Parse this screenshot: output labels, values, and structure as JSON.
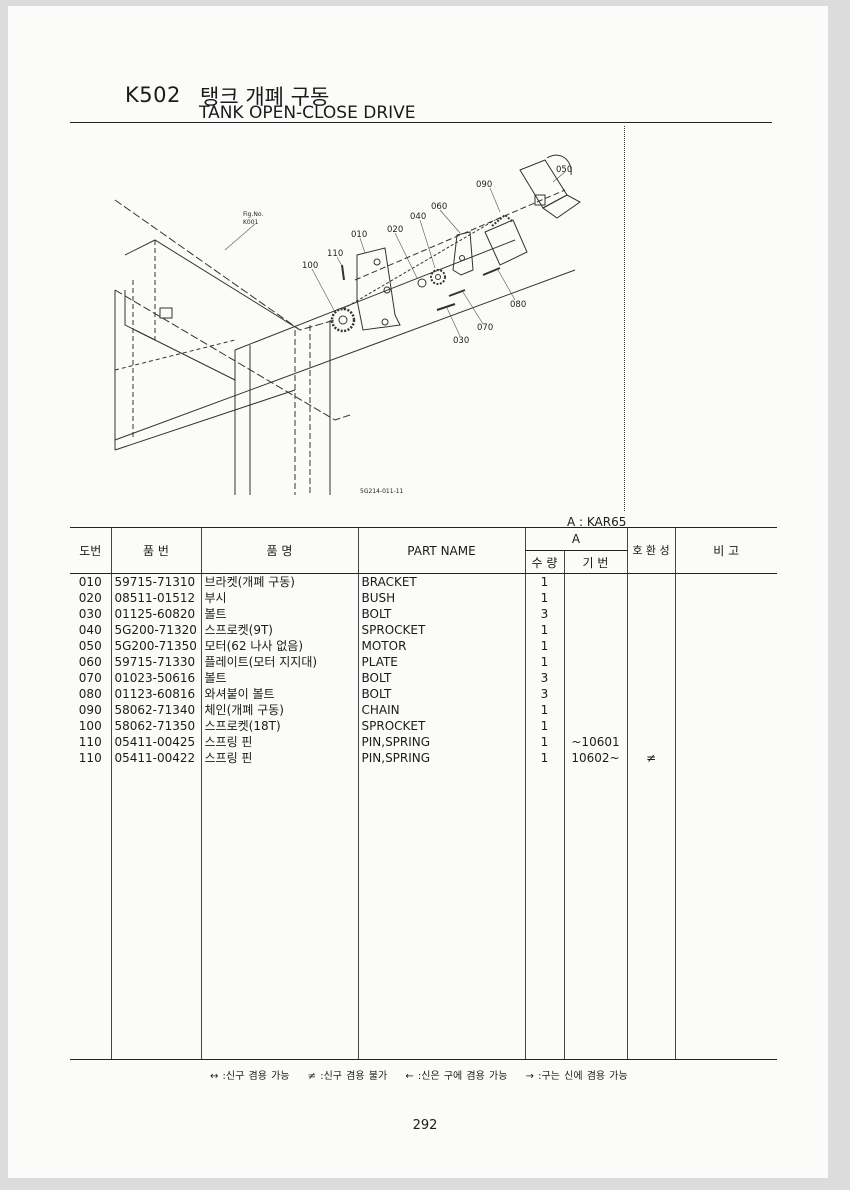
{
  "header": {
    "code": "K502",
    "title_ko": "탱크 개폐 구동",
    "title_en": "TANK OPEN-CLOSE DRIVE"
  },
  "diagram": {
    "fig_ref": [
      "Fig.No.",
      "K001"
    ],
    "drawing_no": "5G214-011-11",
    "callouts": {
      "c010": "010",
      "c020": "020",
      "c030": "030",
      "c040": "040",
      "c050": "050",
      "c060": "060",
      "c070": "070",
      "c080": "080",
      "c090": "090",
      "c100": "100",
      "c110": "110"
    }
  },
  "model_note": "A  :  KAR65",
  "table": {
    "headers": {
      "no": "도번",
      "part_no": "품  번",
      "name_ko": "품      명",
      "part_name": "PART NAME",
      "group": "A",
      "qty": "수 량",
      "serial": "기 번",
      "compat": "호 환 성",
      "remark": "비  고"
    },
    "rows": [
      {
        "no": "010",
        "part_no": "59715-71310",
        "name_ko": "브라켓(개폐 구동)",
        "name_en": "BRACKET",
        "qty": "1",
        "serial": "",
        "compat": ""
      },
      {
        "no": "020",
        "part_no": "08511-01512",
        "name_ko": "부시",
        "name_en": "BUSH",
        "qty": "1",
        "serial": "",
        "compat": ""
      },
      {
        "no": "030",
        "part_no": "01125-60820",
        "name_ko": "볼트",
        "name_en": "BOLT",
        "qty": "3",
        "serial": "",
        "compat": ""
      },
      {
        "no": "040",
        "part_no": "5G200-71320",
        "name_ko": "스프로켓(9T)",
        "name_en": "SPROCKET",
        "qty": "1",
        "serial": "",
        "compat": ""
      },
      {
        "no": "050",
        "part_no": "5G200-71350",
        "name_ko": "모터(62 나사 없음)",
        "name_en": "MOTOR",
        "qty": "1",
        "serial": "",
        "compat": ""
      },
      {
        "no": "060",
        "part_no": "59715-71330",
        "name_ko": "플레이트(모터 지지대)",
        "name_en": "PLATE",
        "qty": "1",
        "serial": "",
        "compat": ""
      },
      {
        "no": "070",
        "part_no": "01023-50616",
        "name_ko": "볼트",
        "name_en": "BOLT",
        "qty": "3",
        "serial": "",
        "compat": ""
      },
      {
        "no": "080",
        "part_no": "01123-60816",
        "name_ko": "와셔붙이 볼트",
        "name_en": "BOLT",
        "qty": "3",
        "serial": "",
        "compat": ""
      },
      {
        "no": "090",
        "part_no": "58062-71340",
        "name_ko": "체인(개폐 구동)",
        "name_en": "CHAIN",
        "qty": "1",
        "serial": "",
        "compat": ""
      },
      {
        "no": "100",
        "part_no": "58062-71350",
        "name_ko": "스프로켓(18T)",
        "name_en": "SPROCKET",
        "qty": "1",
        "serial": "",
        "compat": ""
      },
      {
        "no": "110",
        "part_no": "05411-00425",
        "name_ko": "스프링 핀",
        "name_en": "PIN,SPRING",
        "qty": "1",
        "serial": "~10601",
        "compat": ""
      },
      {
        "no": "110",
        "part_no": "05411-00422",
        "name_ko": "스프링 핀",
        "name_en": "PIN,SPRING",
        "qty": "1",
        "serial": "10602~",
        "compat": "≠"
      }
    ]
  },
  "legend": {
    "l1": "↔ :신구 겸용 가능",
    "l2": "≠ :신구 겸용 불가",
    "l3": "← :신은 구에 겸용 가능",
    "l4": "→ :구는 신에 겸용 가능"
  },
  "page_number": "292"
}
